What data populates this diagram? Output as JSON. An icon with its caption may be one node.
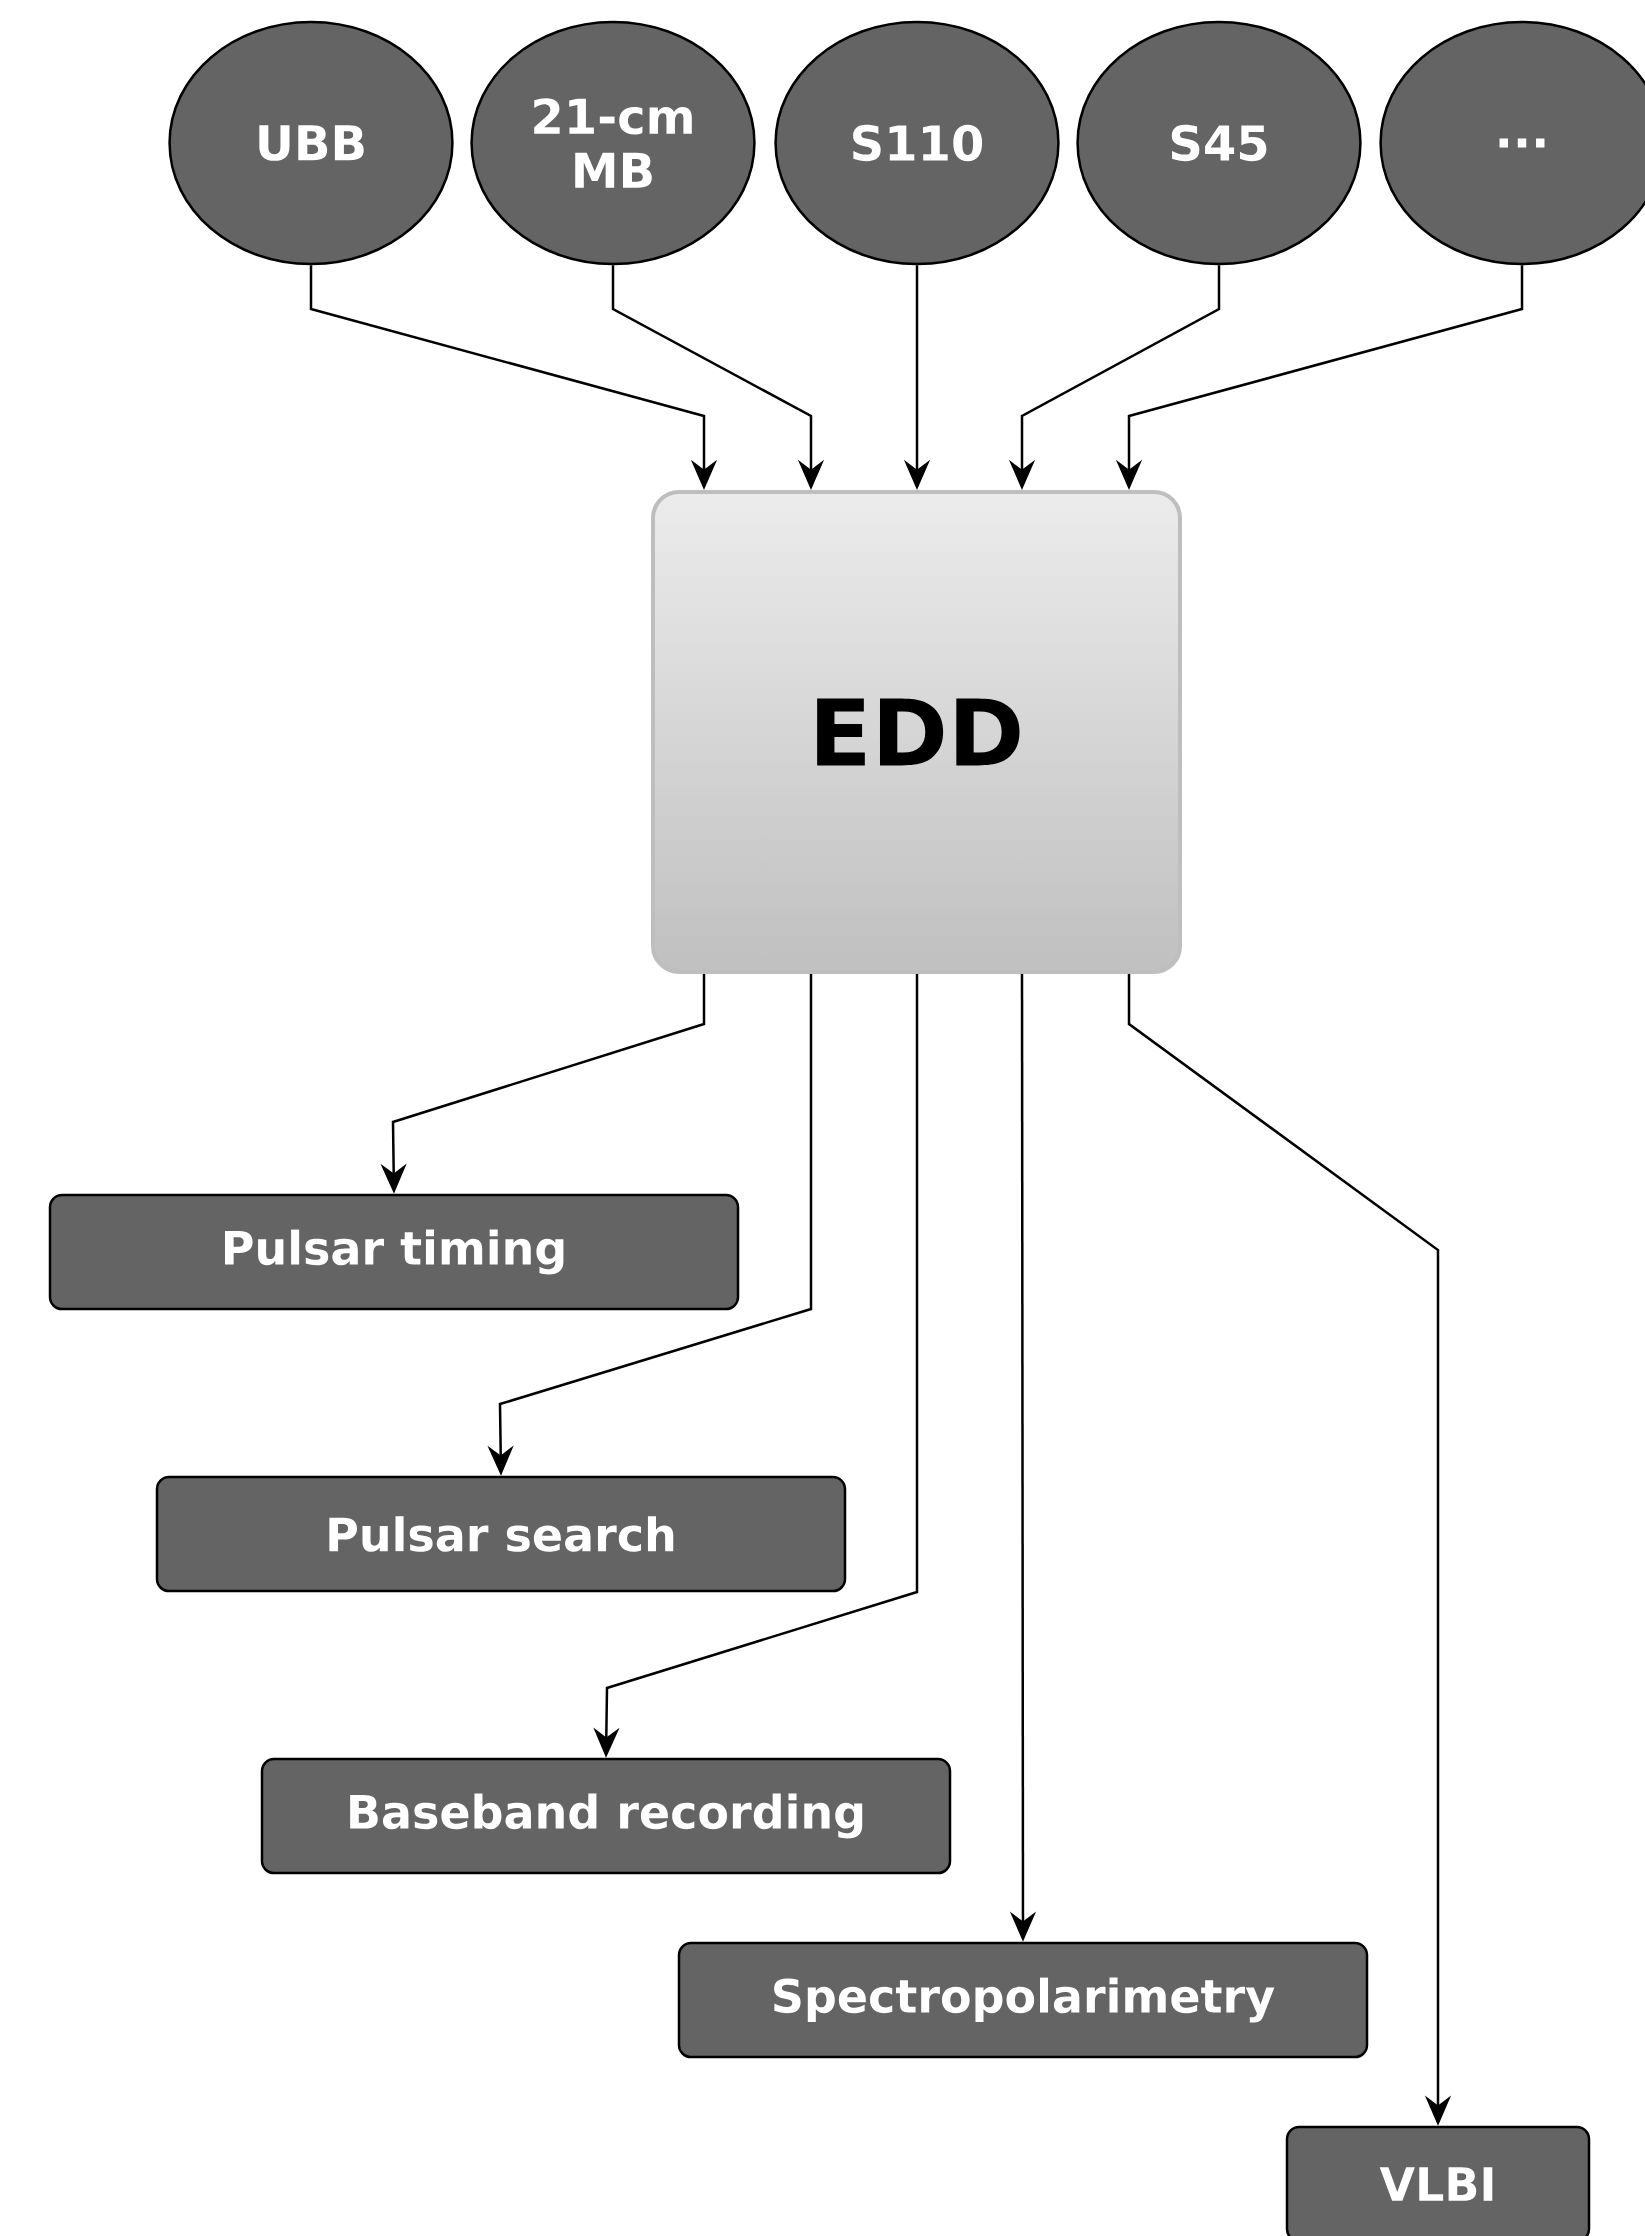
{
  "diagram": {
    "nodes": [
      {
        "text": [
          "UBB"
        ]
      },
      {
        "text": [
          "21-cm MB"
        ]
      },
      {
        "text": [
          "S110"
        ]
      },
      {
        "text": [
          "S45"
        ]
      },
      {
        "text": [
          "..."
        ]
      },
      {
        "text": [
          "EDD"
        ]
      },
      {
        "text": [
          "Pulsar timing"
        ]
      },
      {
        "text": [
          "Pulsar search"
        ]
      },
      {
        "text": [
          "Baseband recording"
        ]
      },
      {
        "text": [
          "Spectropolarimetry"
        ]
      },
      {
        "text": [
          "VLBI"
        ]
      }
    ],
    "edges": [
      {
        "from": 0,
        "to": 5,
        "arrow": "to"
      },
      {
        "from": 1,
        "to": 5,
        "arrow": "to"
      },
      {
        "from": 2,
        "to": 5,
        "arrow": "to"
      },
      {
        "from": 3,
        "to": 5,
        "arrow": "to"
      },
      {
        "from": 4,
        "to": 5,
        "arrow": "to"
      },
      {
        "from": 5,
        "to": 6,
        "arrow": "to"
      },
      {
        "from": 5,
        "to": 7,
        "arrow": "to"
      },
      {
        "from": 5,
        "to": 8,
        "arrow": "to"
      },
      {
        "from": 5,
        "to": 9,
        "arrow": "to"
      },
      {
        "from": 5,
        "to": 10,
        "arrow": "to"
      }
    ]
  }
}
